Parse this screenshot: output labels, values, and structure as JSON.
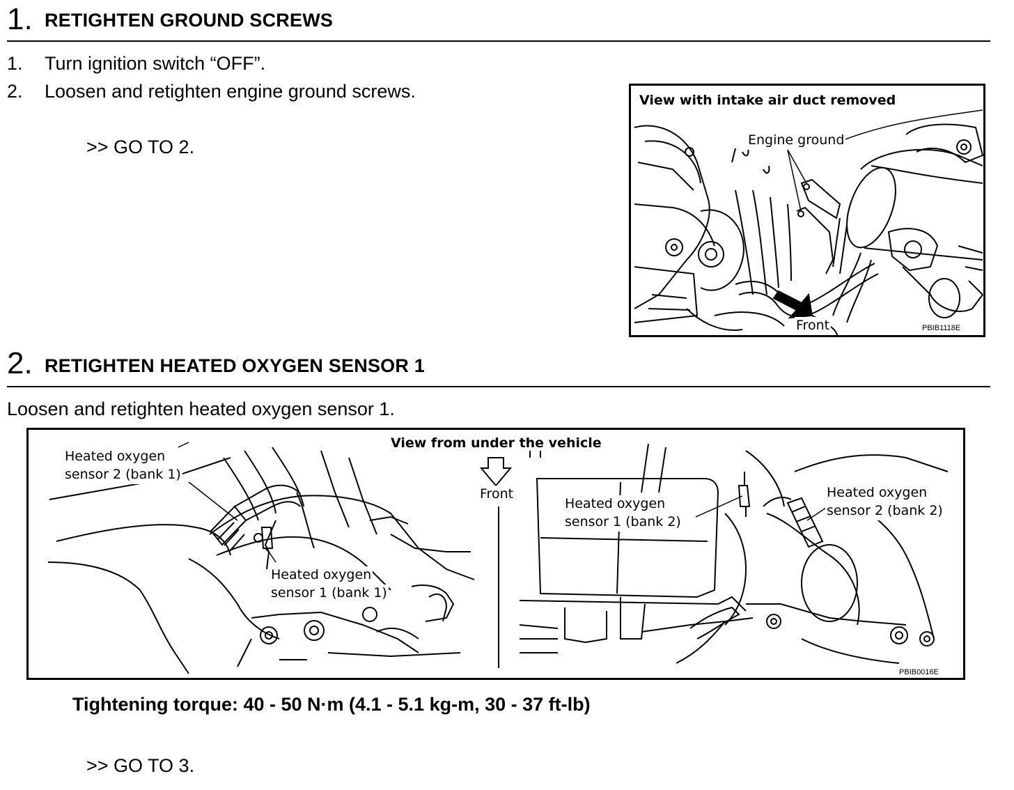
{
  "step1": {
    "number": "1.",
    "title": "RETIGHTEN GROUND SCREWS",
    "items": [
      {
        "num": "1.",
        "text": "Turn ignition switch “OFF”."
      },
      {
        "num": "2.",
        "text": "Loosen and retighten engine ground screws."
      }
    ],
    "goto": ">> GO TO 2.",
    "figure": {
      "title": "View with intake air duct removed",
      "labels": {
        "engine_ground": "Engine ground",
        "front": "Front"
      },
      "code": "PBIB1118E"
    }
  },
  "step2": {
    "number": "2.",
    "title": "RETIGHTEN HEATED OXYGEN SENSOR 1",
    "instruction": "Loosen and retighten heated oxygen sensor 1.",
    "figure": {
      "title": "View from under the vehicle",
      "labels": {
        "ho2s2_bank1": [
          "Heated oxygen",
          "sensor 2 (bank 1)"
        ],
        "ho2s1_bank1": [
          "Heated oxygen",
          "sensor 1 (bank 1)"
        ],
        "front": "Front",
        "ho2s1_bank2": [
          "Heated oxygen",
          "sensor 1 (bank 2)"
        ],
        "ho2s2_bank2": [
          "Heated oxygen",
          "sensor 2 (bank 2)"
        ]
      },
      "code": "PBIB0016E"
    },
    "torque": "Tightening torque: 40 - 50 N·m (4.1 - 5.1 kg-m, 30 - 37 ft-lb)",
    "goto": ">> GO TO 3."
  }
}
